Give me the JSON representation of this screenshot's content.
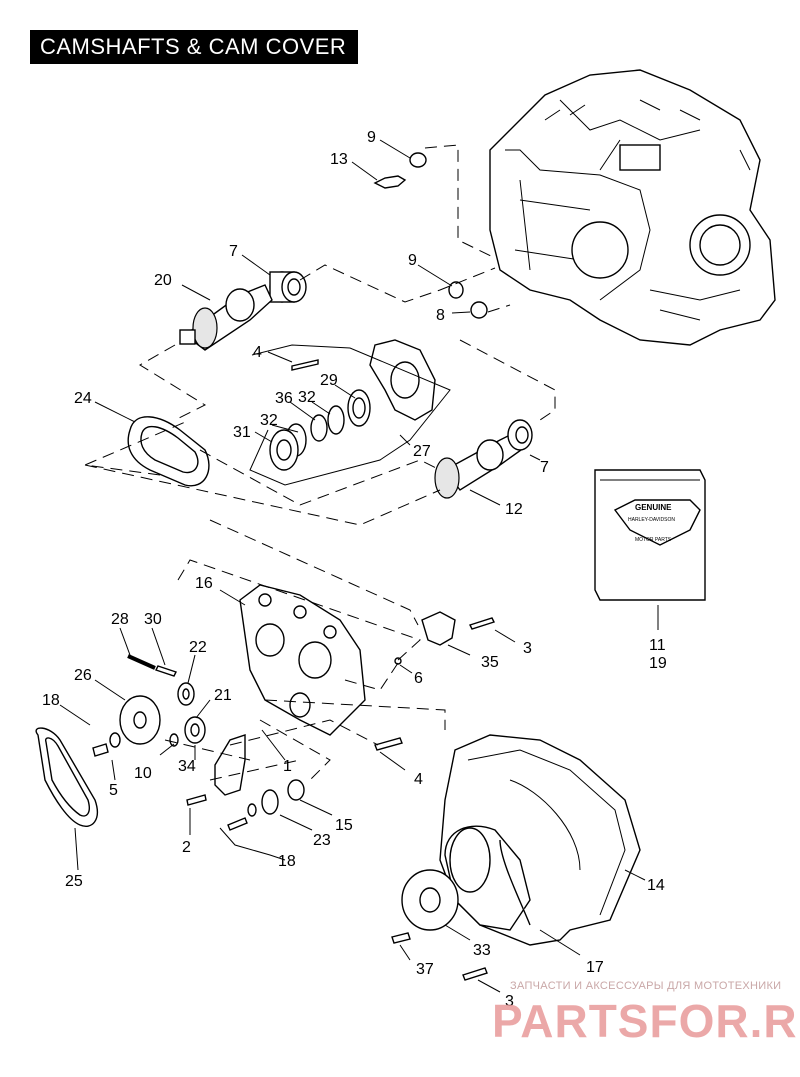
{
  "title": "CAMSHAFTS & CAM COVER",
  "part_labels": [
    "9",
    "13",
    "9",
    "8",
    "7",
    "20",
    "4",
    "29",
    "32",
    "36",
    "32",
    "31",
    "27",
    "24",
    "7",
    "12",
    "16",
    "28",
    "30",
    "22",
    "26",
    "18",
    "21",
    "6",
    "35",
    "3",
    "5",
    "10",
    "34",
    "1",
    "4",
    "15",
    "2",
    "23",
    "18",
    "25",
    "14",
    "33",
    "37",
    "17",
    "3",
    "11",
    "19"
  ],
  "box_logo": {
    "line1": "GENUINE",
    "line2": "HARLEY-DAVIDSON",
    "line3": "MOTOR PARTS"
  },
  "watermark": {
    "caption": "ЗАПЧАСТИ И АКСЕССУАРЫ ДЛЯ МОТОТЕХНИКИ",
    "brand": "PARTSFOR.RU"
  }
}
